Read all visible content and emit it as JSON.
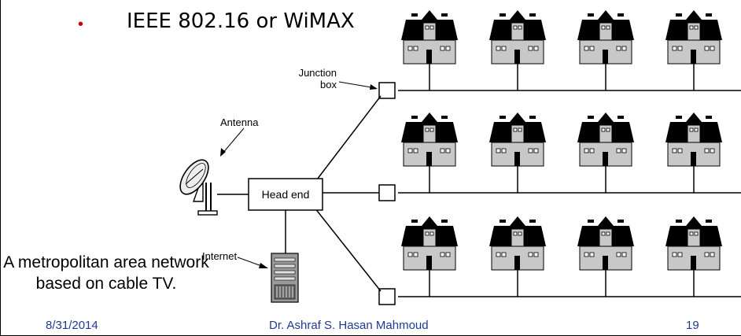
{
  "bullet": {
    "text": "IEEE 802.16 or WiMAX",
    "color": "#cc0000"
  },
  "diagram": {
    "junction_label_line1": "Junction",
    "junction_label_line2": "box",
    "antenna_label": "Antenna",
    "head_end_label": "Head end",
    "internet_label": "Internet",
    "house_rows": 3,
    "houses_per_row": 4
  },
  "caption": "A metropolitan area network based on cable TV.",
  "footer": {
    "date": "8/31/2014",
    "author": "Dr. Ashraf S. Hasan Mahmoud",
    "page": "19",
    "color": "#1f3a93"
  }
}
